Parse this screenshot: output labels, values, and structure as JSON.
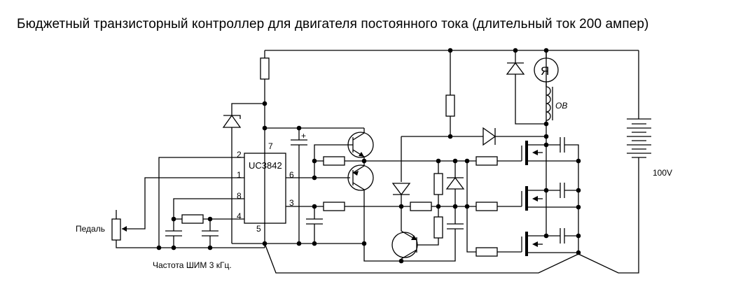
{
  "title": "Бюджетный транзисторный контроллер для двигателя постоянного тока (длительный ток 200 ампер)",
  "labels": {
    "ic_name": "UC3842",
    "pedal": "Педаль",
    "pwm_freq": "Частота ШИМ 3 кГц.",
    "battery_voltage": "100V",
    "field_winding": "ОВ",
    "motor_armature": "Я",
    "cap_polarity": "+"
  },
  "ic_pins": {
    "p7": "7",
    "p2": "2",
    "p1": "1",
    "p6": "6",
    "p8": "8",
    "p3": "3",
    "p4": "4",
    "p5": "5"
  },
  "components": {
    "ic": "uc3842-pwm-controller",
    "mosfets": 3,
    "bipolar_transistors": 3,
    "diodes": 4,
    "zener_diodes": 1,
    "battery": "100V"
  },
  "colors": {
    "line": "#000000",
    "background": "#ffffff"
  }
}
